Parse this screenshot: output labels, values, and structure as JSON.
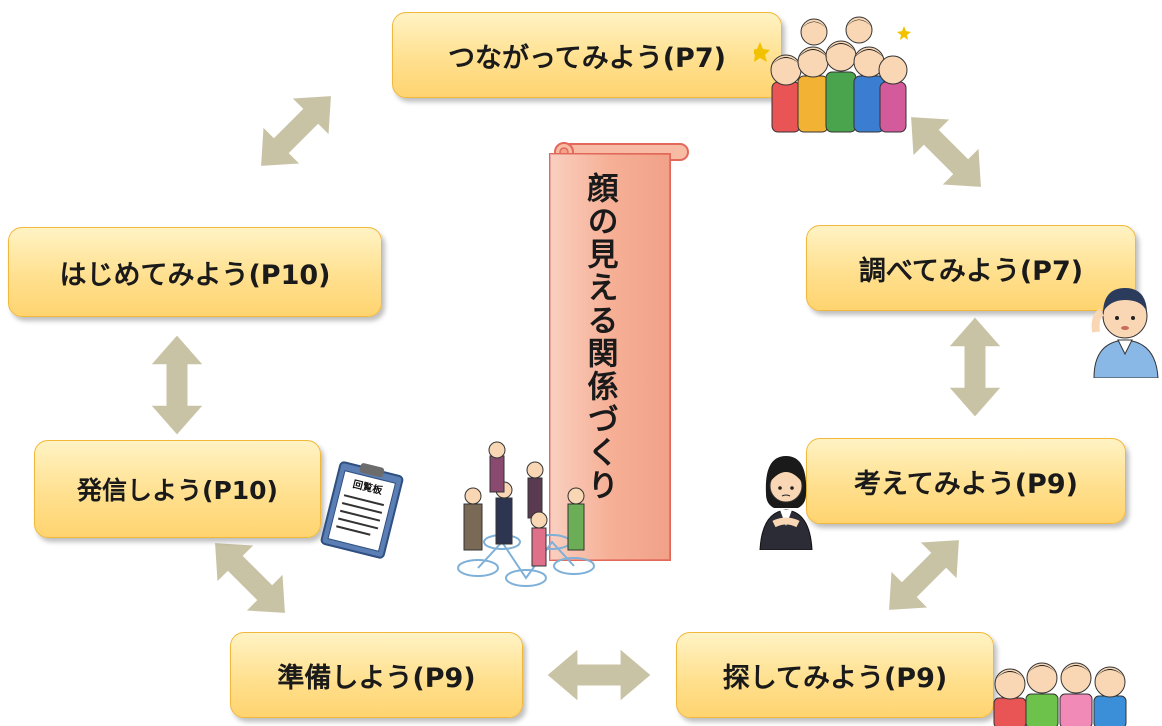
{
  "nodes": {
    "top": "つながってみよう(P7)",
    "left_upper": "はじめてみよう(P10)",
    "left_lower": "発信しよう(P10)",
    "bottom_left": "準備しよう(P9)",
    "bottom_right": "探してみよう(P9)",
    "right_upper": "調べてみよう(P7)",
    "right_lower": "考えてみよう(P9)"
  },
  "scroll": {
    "title": "顔の見える関係づくり"
  },
  "clipboard": {
    "label": "回覧板"
  },
  "colors": {
    "node_fill": "#ffe08f",
    "node_border": "#f2b83c",
    "arrow": "#c9c3a6",
    "scroll_fill": "#f6b096",
    "scroll_border": "#e2685a"
  },
  "illustrations": [
    "crowd-cheering-icon",
    "man-listening-icon",
    "woman-thinking-icon",
    "clipboard-icon",
    "people-network-icon",
    "group-waving-icon"
  ]
}
